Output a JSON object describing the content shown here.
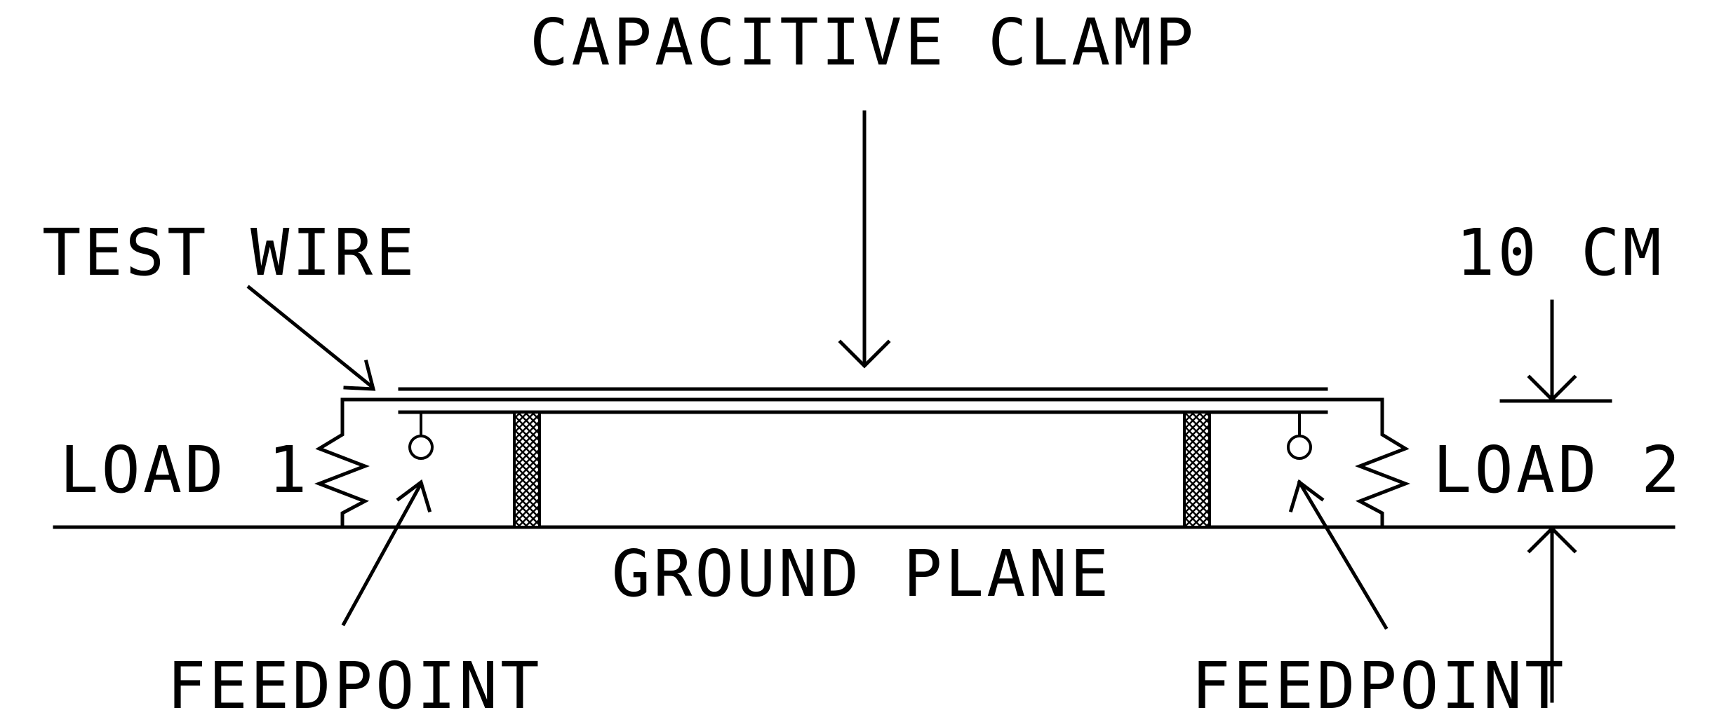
{
  "labels": {
    "capacitive_clamp": "CAPACITIVE CLAMP",
    "test_wire": "TEST WIRE",
    "ten_cm": "10 CM",
    "load_1": "LOAD 1",
    "load_2": "LOAD 2",
    "ground_plane": "GROUND PLANE",
    "feedpoint_left": "FEEDPOINT",
    "feedpoint_right": "FEEDPOINT"
  },
  "colors": {
    "ink": "#000000",
    "background": "#ffffff"
  }
}
